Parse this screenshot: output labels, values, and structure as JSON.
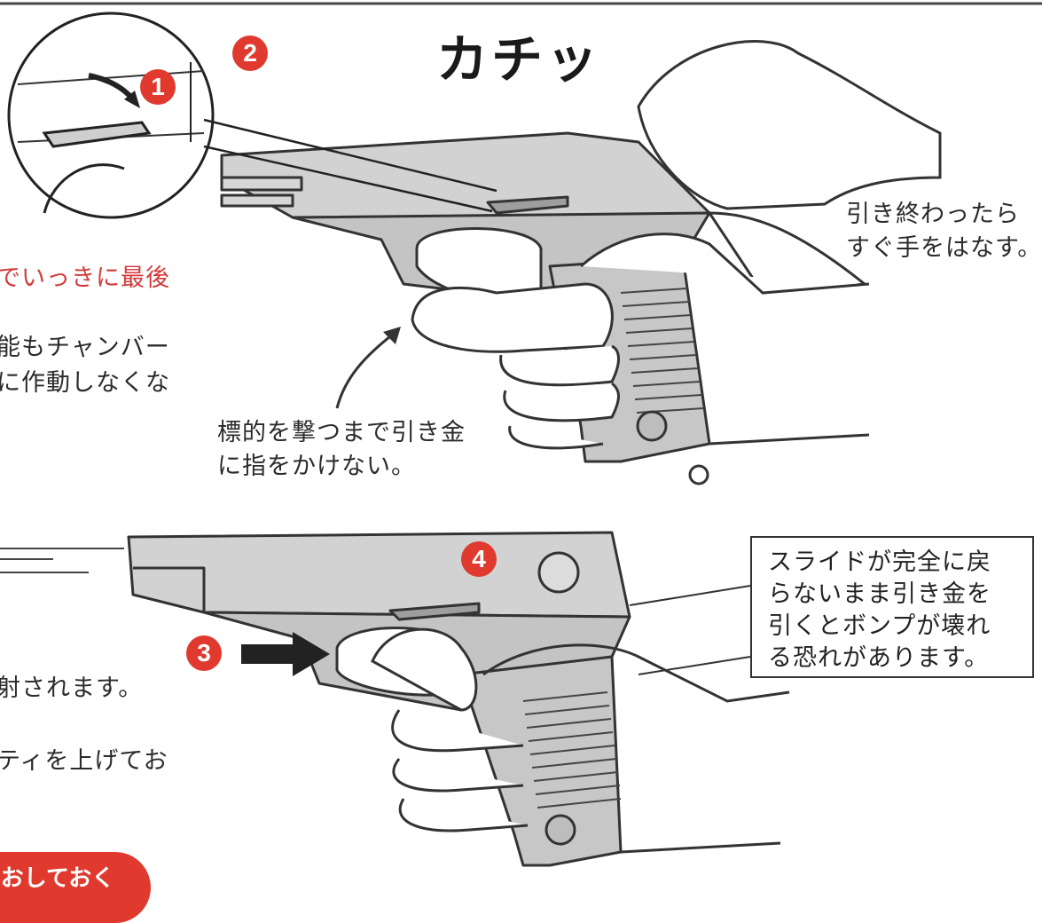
{
  "sound_effect": "カチッ",
  "badges": [
    "1",
    "2",
    "3",
    "4"
  ],
  "left_column": {
    "red_line": "でいっきに最後",
    "para1_line1": "能もチャンバー",
    "para1_line2": "に作動しなくな",
    "para2_line1": "射されます。",
    "para3_line1": "ティを上げてお"
  },
  "right_note": {
    "line1": "引き終わったら",
    "line2": "すぐ手をはなす。"
  },
  "trigger_note": {
    "line1": "標的を撃つまで引き金",
    "line2": "に指をかけない。"
  },
  "warning_box": {
    "line1": "スライドが完全に戻",
    "line2": "らないまま引き金を",
    "line3": "引くとボンプが壊れ",
    "line4": "る恐れがあります。"
  },
  "bottom_pill": "おしておく",
  "colors": {
    "accent_red": "#e03a2f",
    "gun_gray": "#c9c9c9",
    "ink": "#2b2b2b"
  }
}
